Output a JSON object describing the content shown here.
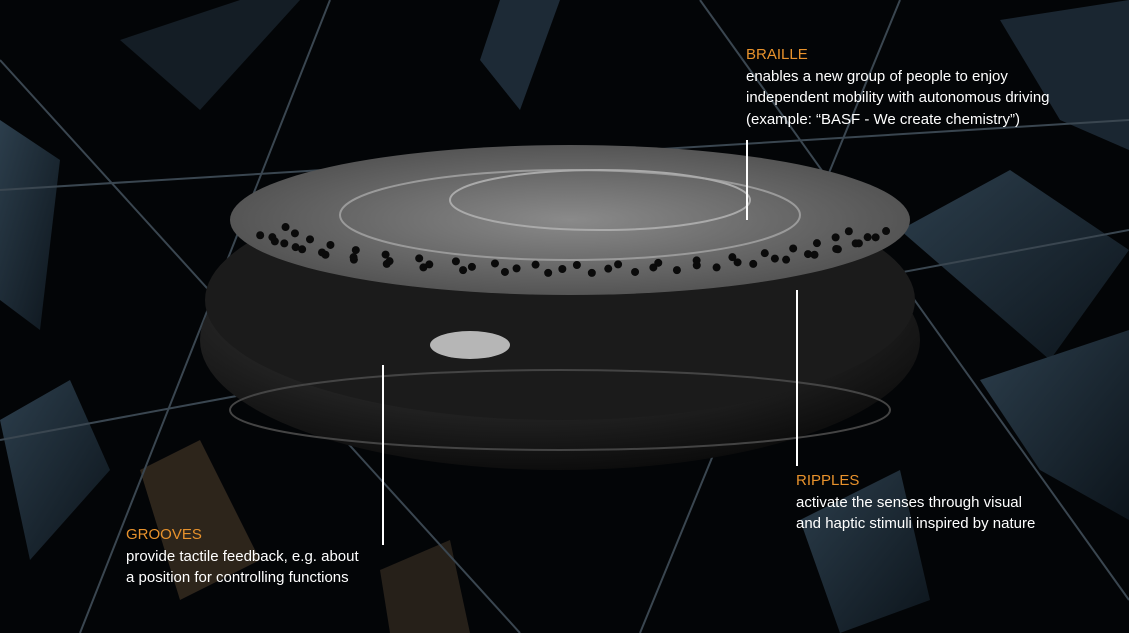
{
  "colors": {
    "accent": "#e8922c",
    "text": "#ffffff",
    "background": "#030507"
  },
  "annotations": [
    {
      "title": "BRAILLE",
      "lines": [
        "enables a new group of people to enjoy",
        "independent mobility with autonomous driving",
        "(example: “BASF - We create chemistry”)"
      ]
    },
    {
      "title": "RIPPLES",
      "lines": [
        "activate the senses through visual",
        "and haptic stimuli inspired by nature"
      ]
    },
    {
      "title": "GROOVES",
      "lines": [
        "provide tactile feedback, e.g. about",
        "a position for controlling functions"
      ]
    }
  ]
}
